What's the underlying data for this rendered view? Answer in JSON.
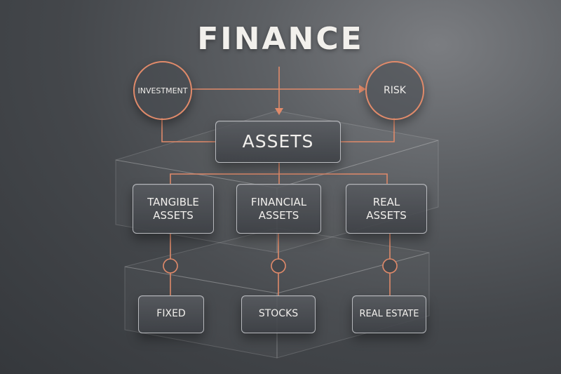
{
  "title": "FINANCE",
  "nodes": {
    "investment": "INVESTMENT",
    "risk": "RISK",
    "assets": "ASSETS",
    "tangible": [
      "TANGIBLE",
      "ASSETS"
    ],
    "financial": [
      "FINANCIAL",
      "ASSETS"
    ],
    "real": [
      "REAL",
      "ASSETS"
    ],
    "fixed": "FIXED",
    "stocks": "STOCKS",
    "real_estate": "REAL ESTATE"
  },
  "colors": {
    "connector": "#e08a6a",
    "box_border": "#dcdee2",
    "text": "#f1efec"
  }
}
